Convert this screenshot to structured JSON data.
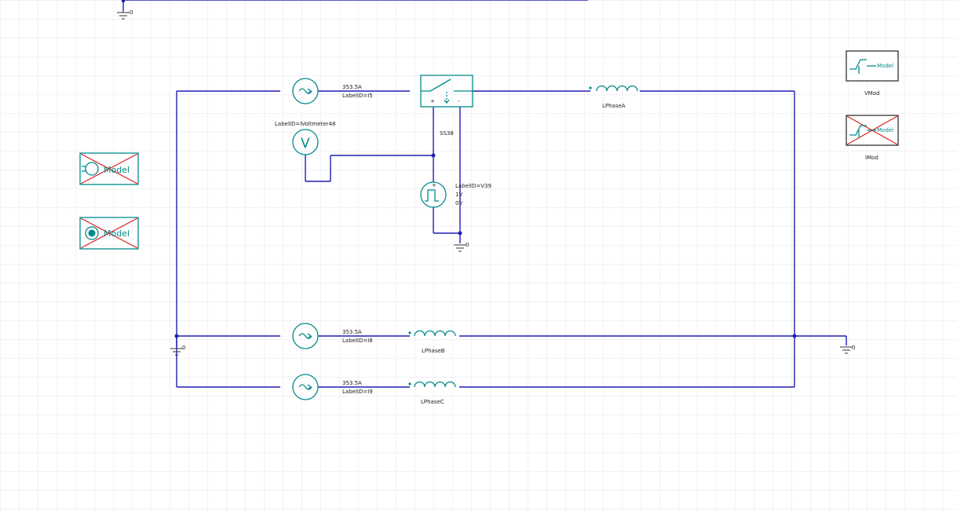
{
  "colors": {
    "wire": "#1f1fb4",
    "component": "#008b8b",
    "disabled_cross": "#e02020",
    "grid": "#e6e6f0",
    "text": "#222222"
  },
  "sources": [
    {
      "value": "353.5A",
      "label_id": "LabelID=I5"
    },
    {
      "value": "353.5A",
      "label_id": "LabelID=I8"
    },
    {
      "value": "353.5A",
      "label_id": "LabelID=I9"
    }
  ],
  "inductors": [
    {
      "name": "LPhaseA"
    },
    {
      "name": "LPhaseB"
    },
    {
      "name": "LPhaseC"
    }
  ],
  "switch": {
    "name": "SS38",
    "plus": "+",
    "minus": "-"
  },
  "voltmeter": {
    "label_id": "LabelID=IVoltmeter48",
    "symbol": "V"
  },
  "pulse_source": {
    "label_id": "LabelID=V39",
    "high": "1V",
    "low": "0V",
    "plus": "+"
  },
  "grounds": [
    "0",
    "0",
    "0",
    "0"
  ],
  "model_blocks_left": [
    {
      "text": "Model"
    },
    {
      "text": "Model"
    }
  ],
  "model_blocks_right": [
    {
      "text": "Model",
      "caption": "VMod"
    },
    {
      "text": "Model",
      "caption": "IMod"
    }
  ]
}
